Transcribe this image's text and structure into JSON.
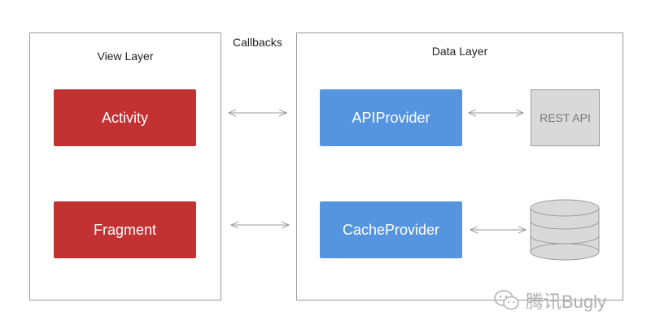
{
  "callbacks_label": "Callbacks",
  "view_layer": {
    "title": "View Layer",
    "items": [
      {
        "label": "Activity",
        "color": "#c33232"
      },
      {
        "label": "Fragment",
        "color": "#c33232"
      }
    ]
  },
  "data_layer": {
    "title": "Data Layer",
    "items": [
      {
        "label": "APIProvider",
        "color": "#5595e0"
      },
      {
        "label": "CacheProvider",
        "color": "#5595e0"
      }
    ],
    "external": {
      "rest_label": "REST API",
      "database_icon": "database-stack-icon"
    }
  },
  "watermark": {
    "text": "腾讯Bugly",
    "icon": "wechat-icon"
  }
}
